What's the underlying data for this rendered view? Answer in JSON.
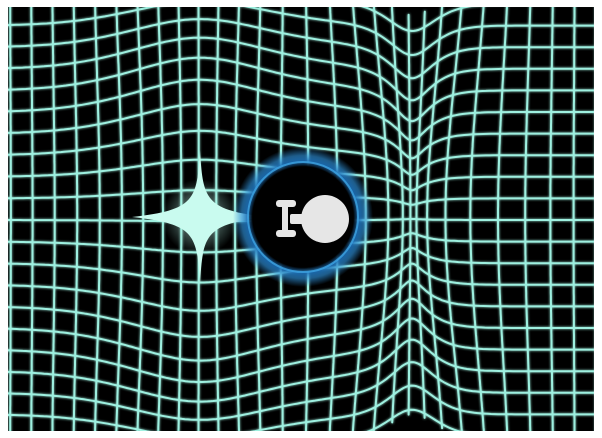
{
  "figure": {
    "subject": "warp-drive-spacetime-grid",
    "colors": {
      "frame": "#ffffff",
      "background": "#000000",
      "grid_line": "#9ef0e0",
      "grid_glow": "#4fd9c4",
      "bubble_glow": "#2e8fd6",
      "bubble_fill": "#000000",
      "ship": "#e6e6e6",
      "star": "#c9fbef"
    },
    "grid": {
      "columns": 28,
      "rows": 20,
      "contraction_front": "right",
      "expansion_rear": "left"
    },
    "elements": [
      {
        "name": "warp-bubble",
        "shape": "glowing-circle"
      },
      {
        "name": "starship-icon",
        "shape": "saucer-and-hull"
      },
      {
        "name": "expansion-flare",
        "shape": "four-point-star"
      },
      {
        "name": "contraction-pinch",
        "shape": "converging-lines"
      }
    ]
  }
}
